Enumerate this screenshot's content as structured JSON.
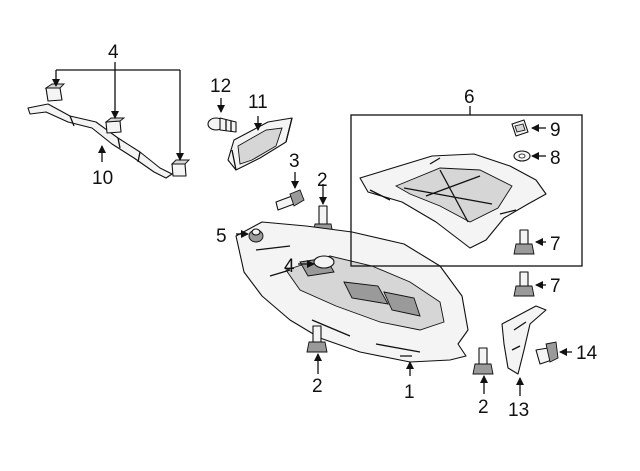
{
  "callouts": {
    "c1": "1",
    "c2a": "2",
    "c2b": "2",
    "c2c": "2",
    "c3": "3",
    "c4a": "4",
    "c4b": "4",
    "c5": "5",
    "c6": "6",
    "c7a": "7",
    "c7b": "7",
    "c8": "8",
    "c9": "9",
    "c10": "10",
    "c11": "11",
    "c12": "12",
    "c13": "13",
    "c14": "14"
  }
}
